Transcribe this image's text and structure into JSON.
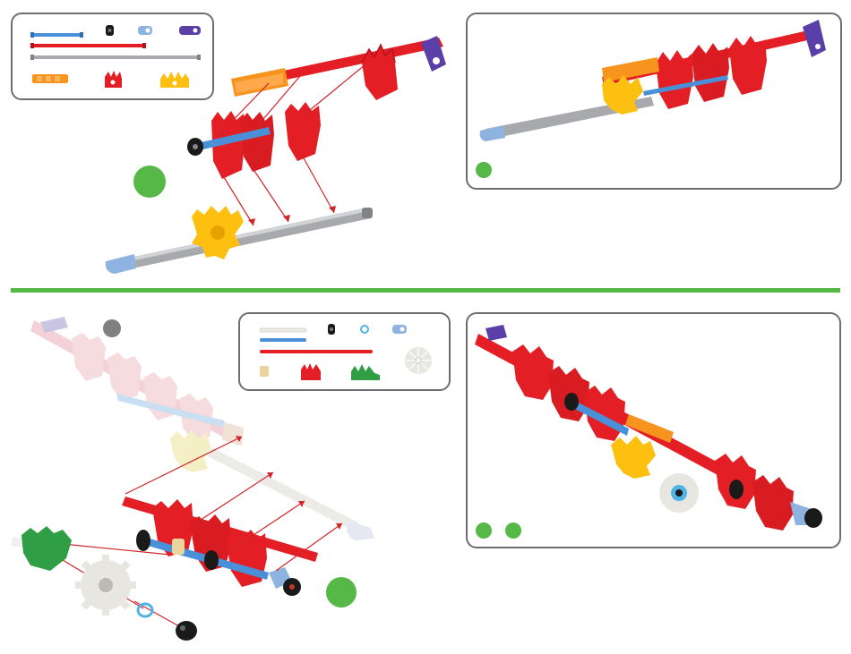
{
  "colors": {
    "divider": "#56b847",
    "step_dot_green": "#56b847",
    "step_dot_gray": "#808080",
    "red_part": "#e31e24",
    "orange_part": "#f7941d",
    "yellow_part": "#fdc010",
    "gray_rod": "#a7a9ac",
    "white_rod": "#eceae6",
    "blue_rod": "#4a90d9",
    "light_blue_part": "#8fb3e0",
    "purple_part": "#5b3fa8",
    "green_part": "#2f9e44",
    "pink_part": "#f3cfd6",
    "black_part": "#1a1a1a",
    "panel_border": "#6d6e71"
  },
  "steps": [
    {
      "id": "step-a",
      "status": "active",
      "parts": [
        "blue-rod",
        "red-rod",
        "gray-rod",
        "black-connector",
        "light-blue-clip",
        "purple-clip",
        "orange-connector",
        "red-connector",
        "yellow-connector"
      ]
    },
    {
      "id": "step-b",
      "status": "upcoming",
      "parts": [
        "white-rod",
        "blue-rod",
        "red-rod",
        "black-connector",
        "blue-spacer",
        "light-blue-clip",
        "tan-clip",
        "red-connector",
        "green-connector",
        "white-gear"
      ]
    }
  ]
}
